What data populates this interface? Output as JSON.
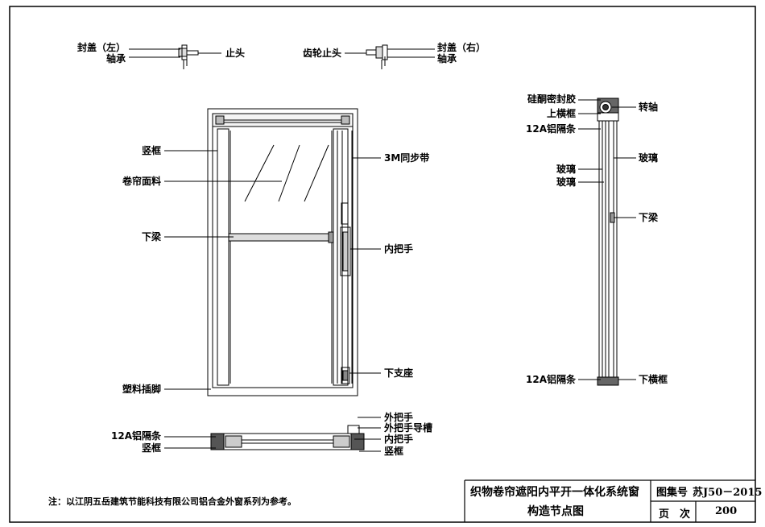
{
  "detail_top": {
    "left": {
      "cover": "封盖（左）",
      "bearing": "轴承",
      "stop": "止头"
    },
    "right": {
      "gear_stop": "齿轮止头",
      "cover": "封盖（右）",
      "bearing": "轴承"
    }
  },
  "elevation_labels": {
    "vertical_frame": "竖框",
    "fabric": "卷帘面料",
    "bottom_beam": "下梁",
    "plastic_foot": "塑料插脚",
    "belt": "3M同步带",
    "inner_handle": "内把手",
    "lower_support": "下支座"
  },
  "section_labels": {
    "sealant": "硅酮密封胶",
    "upper_frame": "上横框",
    "spacer_top": "12A铝隔条",
    "glass_1": "玻璃",
    "glass_2": "玻璃",
    "shaft": "转轴",
    "glass_right": "玻璃",
    "bottom_beam": "下梁",
    "spacer_bottom": "12A铝隔条",
    "lower_frame": "下横框"
  },
  "plan_labels": {
    "spacer": "12A铝隔条",
    "vertical_frame": "竖框",
    "outer_handle": "外把手",
    "outer_handle_groove": "外把手导槽",
    "inner_handle": "内把手",
    "vertical_frame_right": "竖框"
  },
  "note": "注：以江阴五岳建筑节能科技有限公司铝合金外窗系列为参考。",
  "title_block": {
    "title_line1": "织物卷帘遮阳内平开一体化系统窗",
    "title_line2": "构造节点图",
    "atlas_label": "图集号",
    "atlas_no": "苏J50－2015",
    "page_label": "页　次",
    "page_no": "200"
  }
}
